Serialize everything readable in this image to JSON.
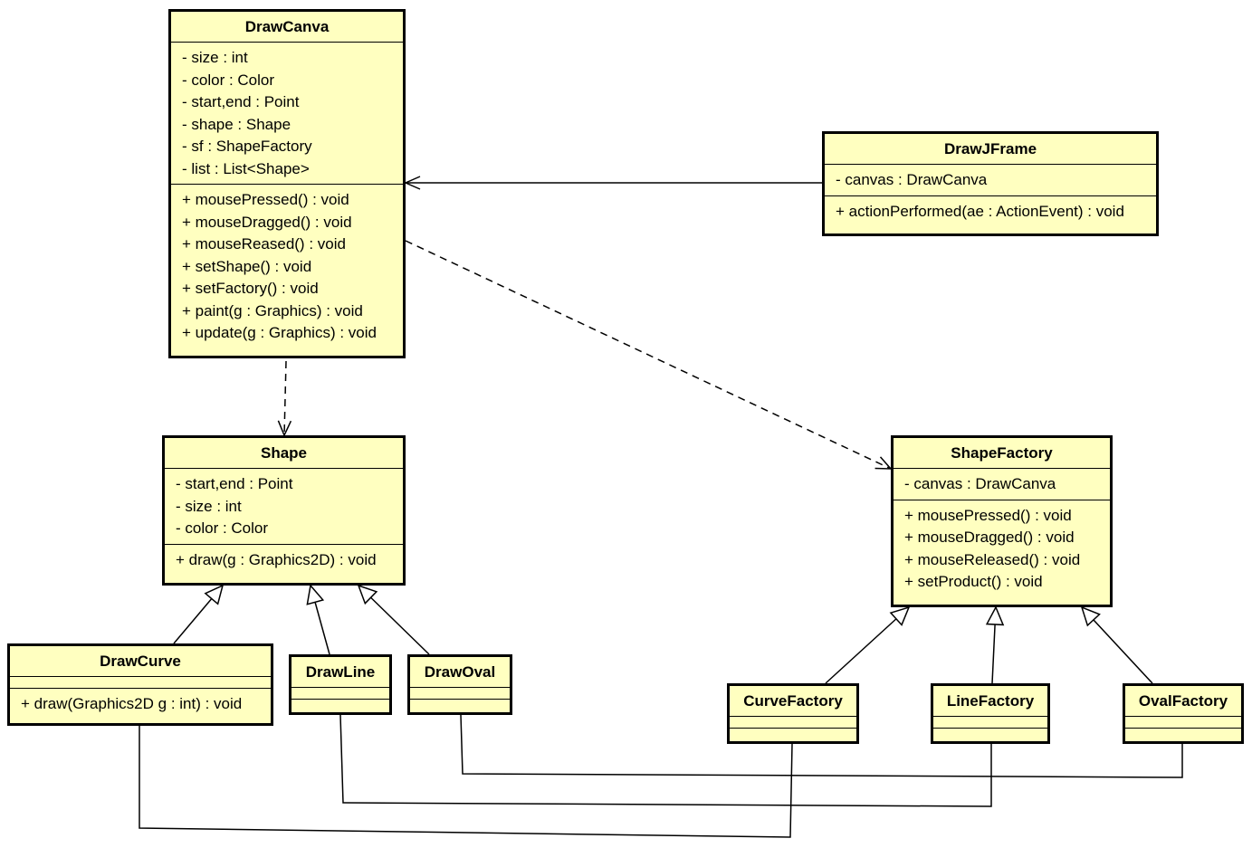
{
  "colors": {
    "class_fill": "#ffffc0",
    "line": "#000000"
  },
  "classes": {
    "drawcanva": {
      "name": "DrawCanva",
      "attributes": [
        "- size : int",
        "- color : Color",
        "- start,end : Point",
        "- shape : Shape",
        "- sf : ShapeFactory",
        "- list : List<Shape>"
      ],
      "methods": [
        "+ mousePressed() : void",
        "+ mouseDragged() : void",
        "+ mouseReased() : void",
        "+ setShape() : void",
        "+ setFactory() : void",
        "+ paint(g : Graphics) : void",
        "+ update(g : Graphics) : void"
      ]
    },
    "drawjframe": {
      "name": "DrawJFrame",
      "attributes": [
        "- canvas : DrawCanva"
      ],
      "methods": [
        "+ actionPerformed(ae : ActionEvent) : void"
      ]
    },
    "shape": {
      "name": "Shape",
      "attributes": [
        "- start,end : Point",
        "- size : int",
        "- color : Color"
      ],
      "methods": [
        "+ draw(g : Graphics2D) : void"
      ]
    },
    "shapefactory": {
      "name": "ShapeFactory",
      "attributes": [
        "- canvas : DrawCanva"
      ],
      "methods": [
        "+ mousePressed() : void",
        "+ mouseDragged() : void",
        "+ mouseReleased() : void",
        "+ setProduct() : void"
      ]
    },
    "drawcurve": {
      "name": "DrawCurve",
      "attributes": [],
      "methods": [
        "+ draw(Graphics2D g : int) : void"
      ]
    },
    "drawline": {
      "name": "DrawLine",
      "attributes": [],
      "methods": []
    },
    "drawoval": {
      "name": "DrawOval",
      "attributes": [],
      "methods": []
    },
    "curvefactory": {
      "name": "CurveFactory",
      "attributes": [],
      "methods": []
    },
    "linefactory": {
      "name": "LineFactory",
      "attributes": [],
      "methods": []
    },
    "ovalfactory": {
      "name": "OvalFactory",
      "attributes": [],
      "methods": []
    }
  },
  "relations": [
    {
      "type": "composition",
      "from": "drawjframe",
      "to": "drawcanva"
    },
    {
      "type": "dependency",
      "from": "drawcanva",
      "to": "shape"
    },
    {
      "type": "dependency",
      "from": "drawcanva",
      "to": "shapefactory"
    },
    {
      "type": "generalization",
      "from": "drawcurve",
      "to": "shape"
    },
    {
      "type": "generalization",
      "from": "drawline",
      "to": "shape"
    },
    {
      "type": "generalization",
      "from": "drawoval",
      "to": "shape"
    },
    {
      "type": "generalization",
      "from": "curvefactory",
      "to": "shapefactory"
    },
    {
      "type": "generalization",
      "from": "linefactory",
      "to": "shapefactory"
    },
    {
      "type": "generalization",
      "from": "ovalfactory",
      "to": "shapefactory"
    },
    {
      "type": "association",
      "from": "drawcurve",
      "to": "curvefactory"
    },
    {
      "type": "association",
      "from": "drawline",
      "to": "linefactory"
    },
    {
      "type": "association",
      "from": "drawoval",
      "to": "ovalfactory"
    }
  ]
}
